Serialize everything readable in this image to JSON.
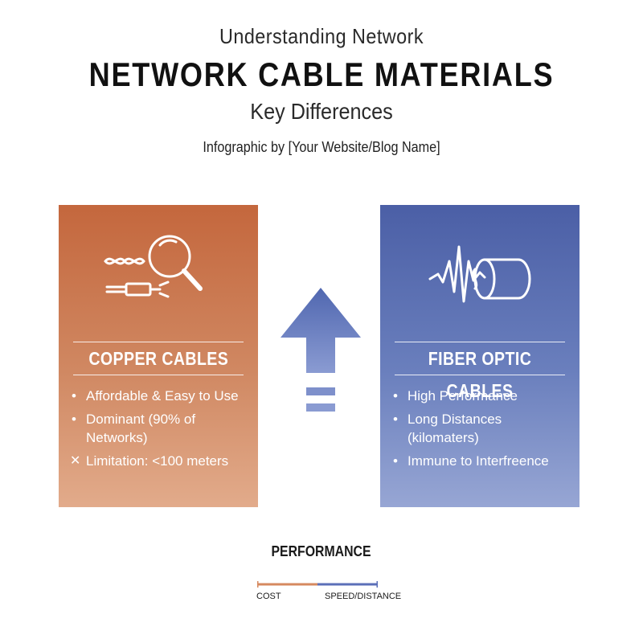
{
  "header": {
    "kicker": "Understanding Network",
    "title": "NETWORK CABLE MATERIALS",
    "subtitle": "Key Differences",
    "byline": "Infographic by [Your Website/Blog Name]"
  },
  "copper": {
    "heading": "COPPER CABLES",
    "color": "#c4673d",
    "icon": "twisted-wire-magnifier-plug-icon",
    "points": [
      {
        "bullet": "•",
        "text": "Affordable & Easy to Use"
      },
      {
        "bullet": "•",
        "text": "Dominant (90% of Networks)"
      },
      {
        "bullet": "✕",
        "text": "Limitation: <100 meters"
      }
    ]
  },
  "fiber": {
    "heading": "FIBER OPTIC CABLES",
    "color": "#4b5fa6",
    "icon": "light-pulse-fiber-icon",
    "points": [
      {
        "bullet": "•",
        "text": "High Performance"
      },
      {
        "bullet": "•",
        "text": "Long Distances (kilomaters)"
      },
      {
        "bullet": "•",
        "text": "Immune to Interfreence"
      }
    ]
  },
  "arrow": {
    "icon": "up-arrow-icon",
    "color": "#5b72b8"
  },
  "legend": {
    "title": "PERFORMANCE",
    "low_label": "COST",
    "high_label": "SPEED/DISTANCE",
    "low_color": "#d6895f",
    "high_color": "#5b6fb8"
  }
}
